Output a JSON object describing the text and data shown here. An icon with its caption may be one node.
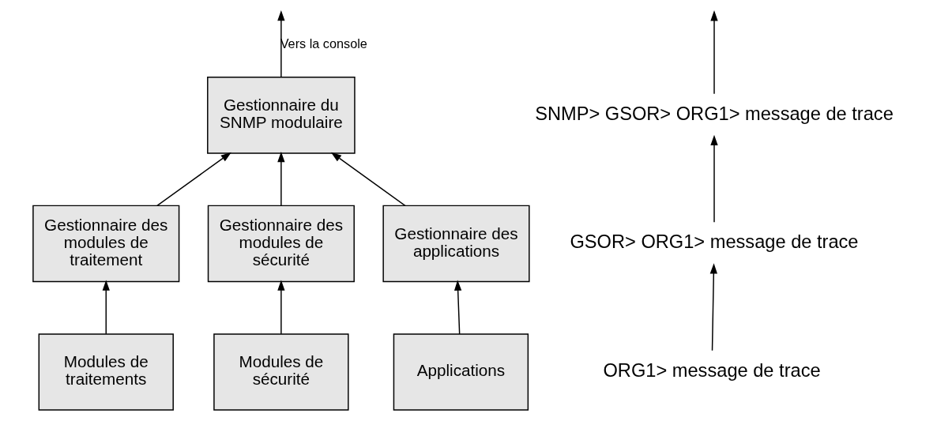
{
  "diagram": {
    "nodes": [
      {
        "text": [
          "Gestionnaire du SNMP modulaire"
        ]
      },
      {
        "text": [
          "Gestionnaire des modules de traitement"
        ]
      },
      {
        "text": [
          "Gestionnaire des modules de sécurité"
        ]
      },
      {
        "text": [
          "Gestionnaire des applications"
        ]
      },
      {
        "text": [
          "Modules de traitements"
        ]
      },
      {
        "text": [
          "Modules de sécurité"
        ]
      },
      {
        "text": [
          "Applications"
        ]
      },
      {
        "text": [
          "SNMP> GSOR> ORG1> message de trace"
        ]
      },
      {
        "text": [
          "GSOR> ORG1> message de trace"
        ]
      },
      {
        "text": [
          "ORG1> message de trace"
        ]
      }
    ],
    "edges": [
      {
        "from": 0,
        "to": null,
        "arrow": "to",
        "label": "Vers la console"
      },
      {
        "from": 1,
        "to": 0,
        "arrow": "to"
      },
      {
        "from": 2,
        "to": 0,
        "arrow": "to"
      },
      {
        "from": 3,
        "to": 0,
        "arrow": "to"
      },
      {
        "from": 4,
        "to": 1,
        "arrow": "to"
      },
      {
        "from": 5,
        "to": 2,
        "arrow": "to"
      },
      {
        "from": 6,
        "to": 3,
        "arrow": "to"
      },
      {
        "from": 9,
        "to": 8,
        "arrow": "to"
      },
      {
        "from": 8,
        "to": 7,
        "arrow": "to"
      },
      {
        "from": 7,
        "to": null,
        "arrow": "to"
      }
    ]
  }
}
